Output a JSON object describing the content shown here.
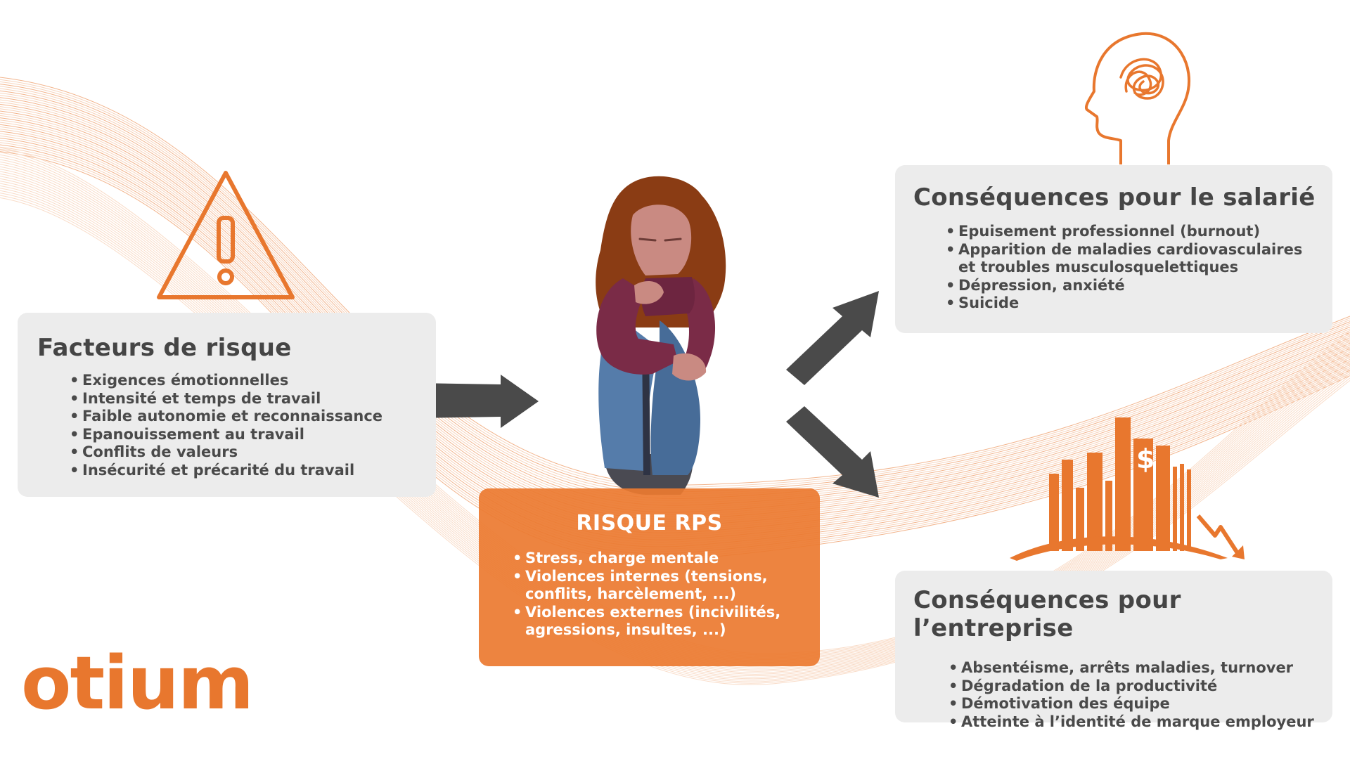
{
  "colors": {
    "accent": "#e8772e",
    "card": "#ececec",
    "arrow": "#4a4a4a",
    "rps_card": "#ec7a30"
  },
  "factors": {
    "title": "Facteurs de risque",
    "items": [
      "Exigences émotionnelles",
      "Intensité et temps de travail",
      "Faible autonomie et reconnaissance",
      "Epanouissement au travail",
      "Conflits de valeurs",
      "Insécurité et précarité du travail"
    ]
  },
  "employee": {
    "title": "Conséquences pour le salarié",
    "items": [
      "Epuisement professionnel (burnout)",
      "Apparition de maladies cardiovasculaires et troubles musculosquelettiques",
      "Dépression, anxiété",
      "Suicide"
    ]
  },
  "company": {
    "title": "Conséquences pour l’entreprise",
    "items": [
      "Absentéisme, arrêts maladies, turnover",
      "Dégradation de la productivité",
      "Démotivation des équipe",
      "Atteinte à l’identité de marque employeur"
    ]
  },
  "rps": {
    "title": "RISQUE RPS",
    "items": [
      "Stress, charge mentale",
      "Violences internes (tensions, conflits, harcèlement, ...)",
      "Violences externes (incivilités, agressions, insultes, ...)"
    ]
  },
  "logo": {
    "text": "otium"
  },
  "icons": {
    "warning": "warning-triangle-icon",
    "head": "brain-head-icon",
    "city": "city-dollar-decline-icon",
    "person": "distressed-person-illustration"
  }
}
